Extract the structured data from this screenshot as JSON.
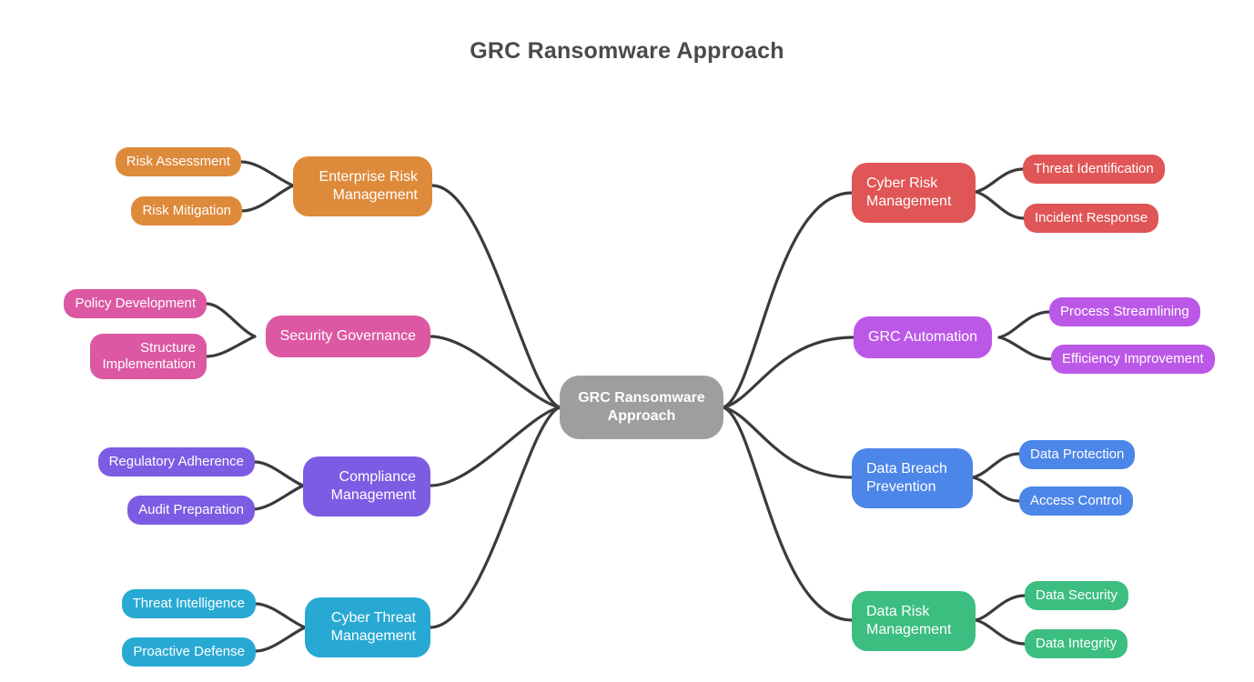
{
  "title": "GRC Ransomware Approach",
  "colors": {
    "background": "#ffffff",
    "title_text": "#4a4a4a",
    "node_text": "#ffffff",
    "connector": "#3b3b3b",
    "root": "#9e9e9e"
  },
  "root": {
    "label": "GRC Ransomware Approach",
    "color": "#9e9e9e"
  },
  "branches": [
    {
      "id": "enterprise-risk-management",
      "label": "Enterprise Risk Management",
      "color": "#de8a3b",
      "side": "left",
      "children": [
        "Risk Assessment",
        "Risk Mitigation"
      ]
    },
    {
      "id": "security-governance",
      "label": "Security Governance",
      "color": "#dc58a2",
      "side": "left",
      "children": [
        "Policy Development",
        "Structure Implementation"
      ]
    },
    {
      "id": "compliance-management",
      "label": "Compliance Management",
      "color": "#7c5ce3",
      "side": "left",
      "children": [
        "Regulatory Adherence",
        "Audit Preparation"
      ]
    },
    {
      "id": "cyber-threat-management",
      "label": "Cyber Threat Management",
      "color": "#28a9d4",
      "side": "left",
      "children": [
        "Threat Intelligence",
        "Proactive Defense"
      ]
    },
    {
      "id": "cyber-risk-management",
      "label": "Cyber Risk Management",
      "color": "#e05555",
      "side": "right",
      "children": [
        "Threat Identification",
        "Incident Response"
      ]
    },
    {
      "id": "grc-automation",
      "label": "GRC Automation",
      "color": "#bc58e8",
      "side": "right",
      "children": [
        "Process Streamlining",
        "Efficiency Improvement"
      ]
    },
    {
      "id": "data-breach-prevention",
      "label": "Data Breach Prevention",
      "color": "#4c86e8",
      "side": "right",
      "children": [
        "Data Protection",
        "Access Control"
      ]
    },
    {
      "id": "data-risk-management",
      "label": "Data Risk Management",
      "color": "#3cbe80",
      "side": "right",
      "children": [
        "Data Security",
        "Data Integrity"
      ]
    }
  ]
}
